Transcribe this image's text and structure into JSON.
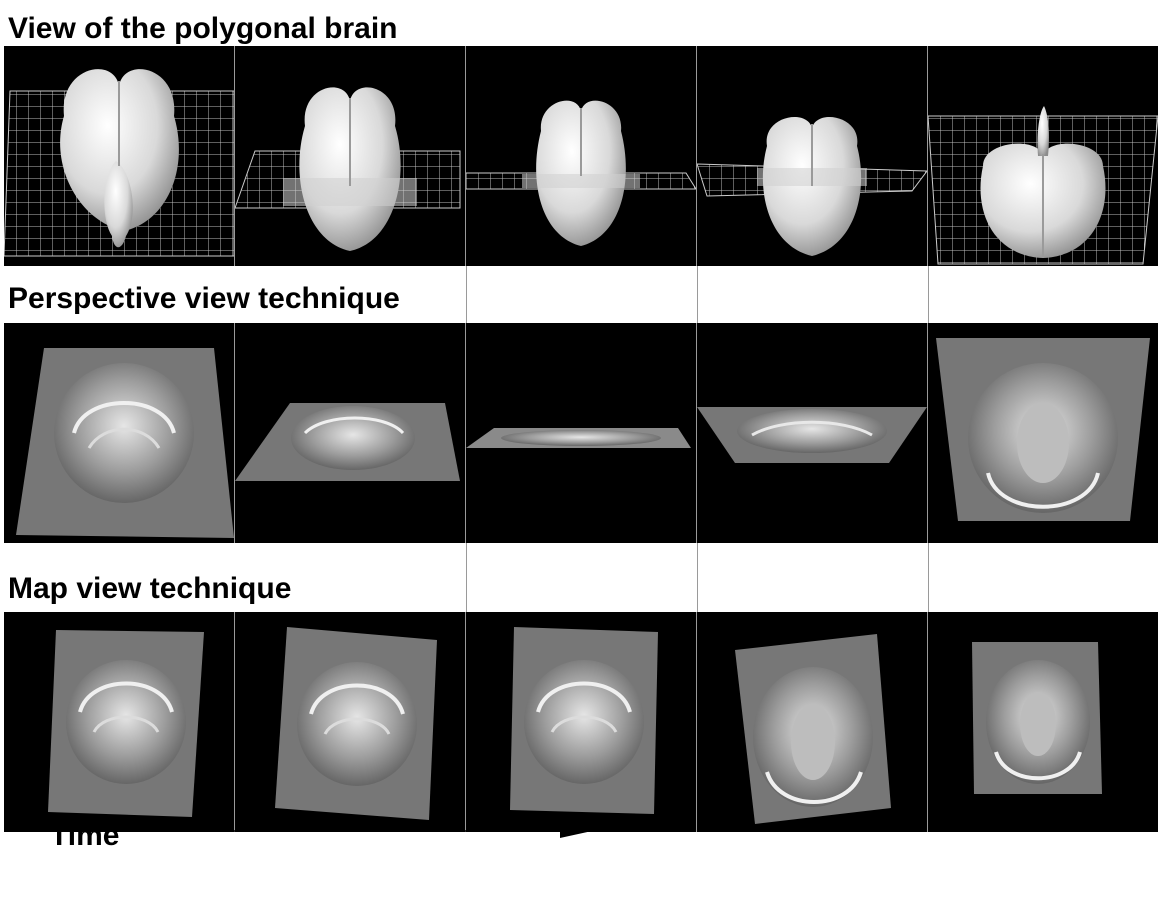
{
  "sections": {
    "polygonal": {
      "title": "View of the polygonal brain"
    },
    "perspective": {
      "title": "Perspective view technique"
    },
    "map": {
      "title": "Map view technique"
    }
  },
  "footer": {
    "time_label": "Time"
  }
}
